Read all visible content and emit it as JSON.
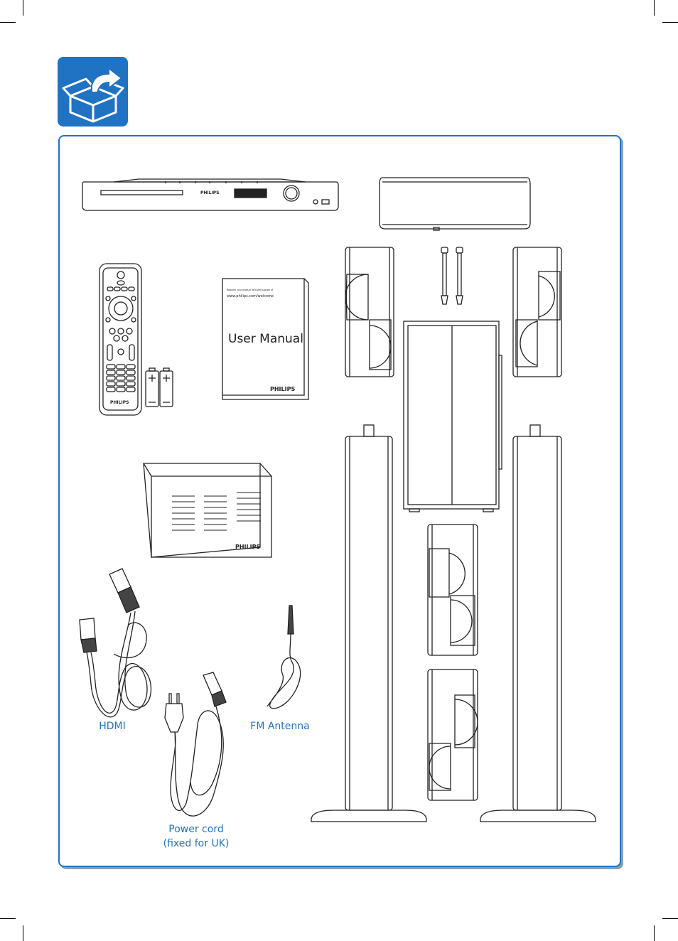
{
  "brand": "PHILIPS",
  "manual": {
    "small_text": "Register your product and get support at",
    "url": "www.philips.com/welcome",
    "title": "User Manual"
  },
  "labels": {
    "hdmi": "HDMI",
    "fm_antenna": "FM Antenna",
    "power_cord_line1": "Power cord",
    "power_cord_line2": "(fixed for UK)"
  },
  "colors": {
    "accent": "#1f73c2",
    "line": "#222222"
  },
  "icons": {
    "badge": "unbox-icon"
  }
}
